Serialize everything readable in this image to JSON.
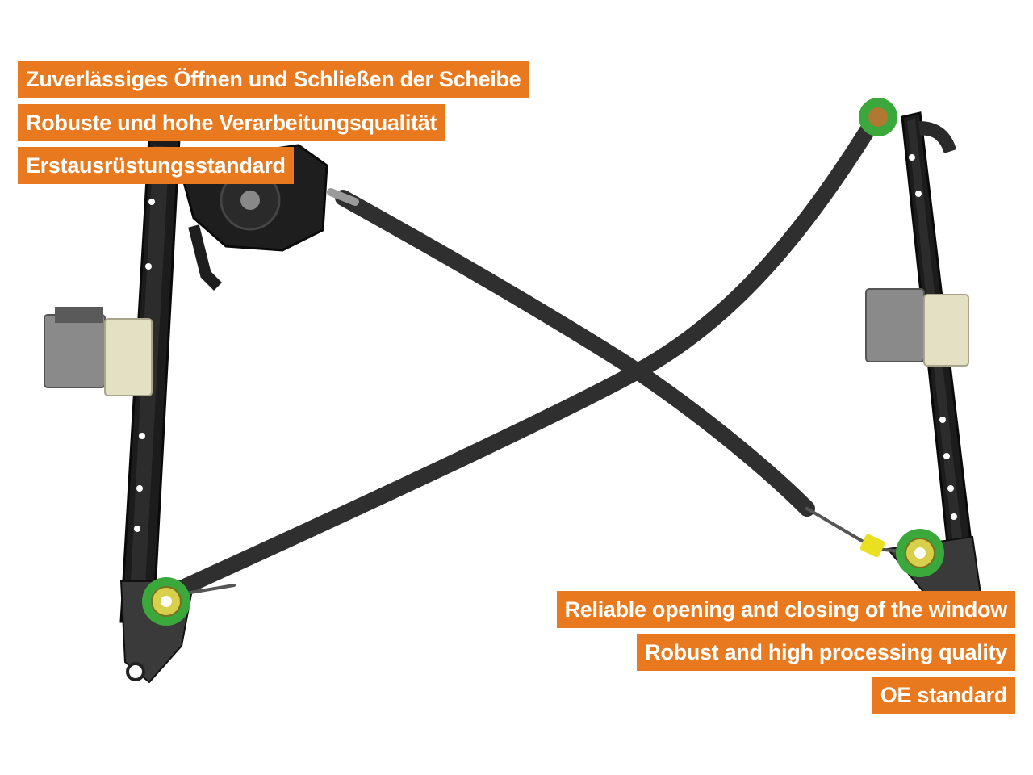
{
  "features_de": [
    "Zuverlässiges Öffnen und Schließen der Scheibe",
    "Robuste und hohe Verarbeitungsqualität",
    "Erstausrüstungsstandard"
  ],
  "features_en": [
    "Reliable opening and closing of the window",
    "Robust and high processing quality",
    "OE standard"
  ],
  "colors": {
    "label_background": "#e8791e",
    "label_text": "#ffffff",
    "page_background": "#ffffff"
  },
  "image": {
    "subject": "window-regulator-with-motor"
  }
}
